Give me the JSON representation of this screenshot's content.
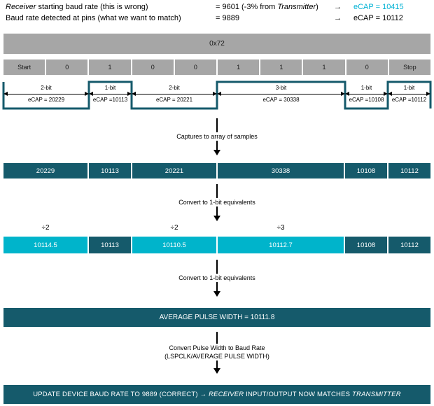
{
  "colors": {
    "dark_teal": "#155a6b",
    "cyan": "#00b4cb",
    "gray": "#a6a6a6",
    "accent_text": "#00b2d4"
  },
  "header": {
    "row1": {
      "label_italic": "Receiver",
      "label": " starting baud rate (this is wrong)",
      "value_pre": "= 9601 (-3% from ",
      "value_italic": "Transmitter",
      "value_post": ")",
      "arrow": "→",
      "ecap": "eCAP = 10415"
    },
    "row2": {
      "label": "Baud rate detected at pins (what we want to match)",
      "value": "= 9889",
      "arrow": "→",
      "ecap": "eCAP = 10112"
    }
  },
  "byte_bar": {
    "label": "0x72"
  },
  "bit_row": {
    "cells": [
      "Start",
      "0",
      "1",
      "0",
      "0",
      "1",
      "1",
      "1",
      "0",
      "Stop"
    ]
  },
  "waveform": {
    "segments": [
      {
        "duration": "2-bit",
        "ecap": "eCAP = 20229"
      },
      {
        "duration": "1-bit",
        "ecap": "eCAP =10113"
      },
      {
        "duration": "2-bit",
        "ecap": "eCAP = 20221"
      },
      {
        "duration": "3-bit",
        "ecap": "eCAP = 30338"
      },
      {
        "duration": "1-bit",
        "ecap": "eCAP =10108"
      },
      {
        "duration": "1-bit",
        "ecap": "eCAP =10112"
      }
    ]
  },
  "flow": {
    "step1": "Captures to array of samples",
    "step2": "Convert to 1-bit equivalents",
    "step3": "Convert to 1-bit equivalents",
    "step4_line1": "Convert Pulse Width to Baud Rate",
    "step4_line2": "(LSPCLK/AVERAGE PULSE WIDTH)"
  },
  "samples_row": {
    "cells": [
      "20229",
      "10113",
      "20221",
      "30338",
      "10108",
      "10112"
    ]
  },
  "divisors": [
    "÷2",
    "÷2",
    "÷3"
  ],
  "converted_row": {
    "cells": [
      "10114.5",
      "10113",
      "10110.5",
      "10112.7",
      "10108",
      "10112"
    ]
  },
  "average_bar": {
    "label": "AVERAGE PULSE WIDTH = 10111.8"
  },
  "final_bar": {
    "pre": "UPDATE DEVICE BAUD RATE TO 9889 (CORRECT) → ",
    "italic1": "RECEIVER",
    "mid": " INPUT/OUTPUT NOW MATCHES ",
    "italic2": "TRANSMITTER"
  }
}
